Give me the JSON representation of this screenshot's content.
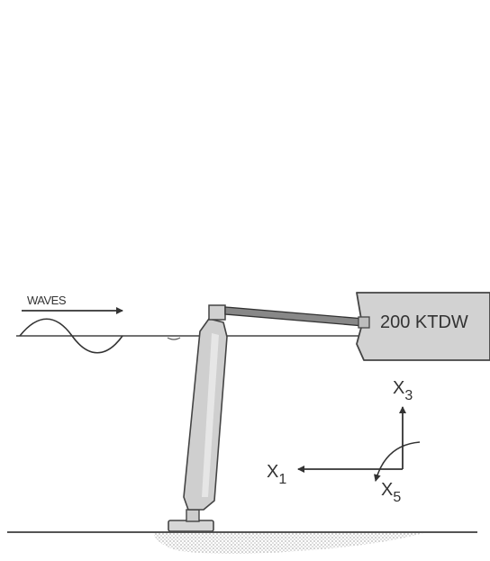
{
  "labels": {
    "waves": "WAVES",
    "ship": "200 KTDW",
    "x1": "X",
    "x1_sub": "1",
    "x3": "X",
    "x3_sub": "3",
    "x5": "X",
    "x5_sub": "5"
  },
  "colors": {
    "line": "#444444",
    "tower_fill": "#cfcfcf",
    "ship_fill": "#d2d2d2",
    "seabed_hatch": "#bbbbbb"
  }
}
